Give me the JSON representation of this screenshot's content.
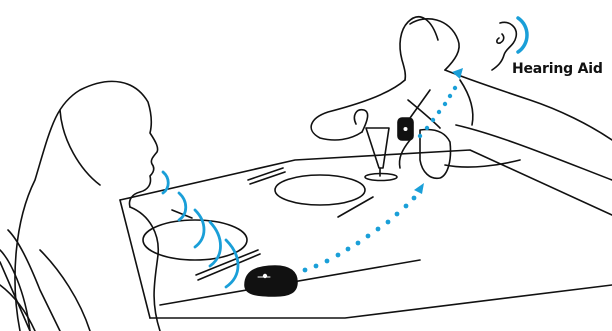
{
  "labels": {
    "hearing_aid": "Hearing Aid"
  },
  "colors": {
    "ink": "#111111",
    "signal": "#1a9fd8",
    "background": "#ffffff"
  },
  "icons": {
    "ear": "ear-icon",
    "remote_mic": "table-microphone",
    "clip_mic": "clip-on-microphone"
  }
}
